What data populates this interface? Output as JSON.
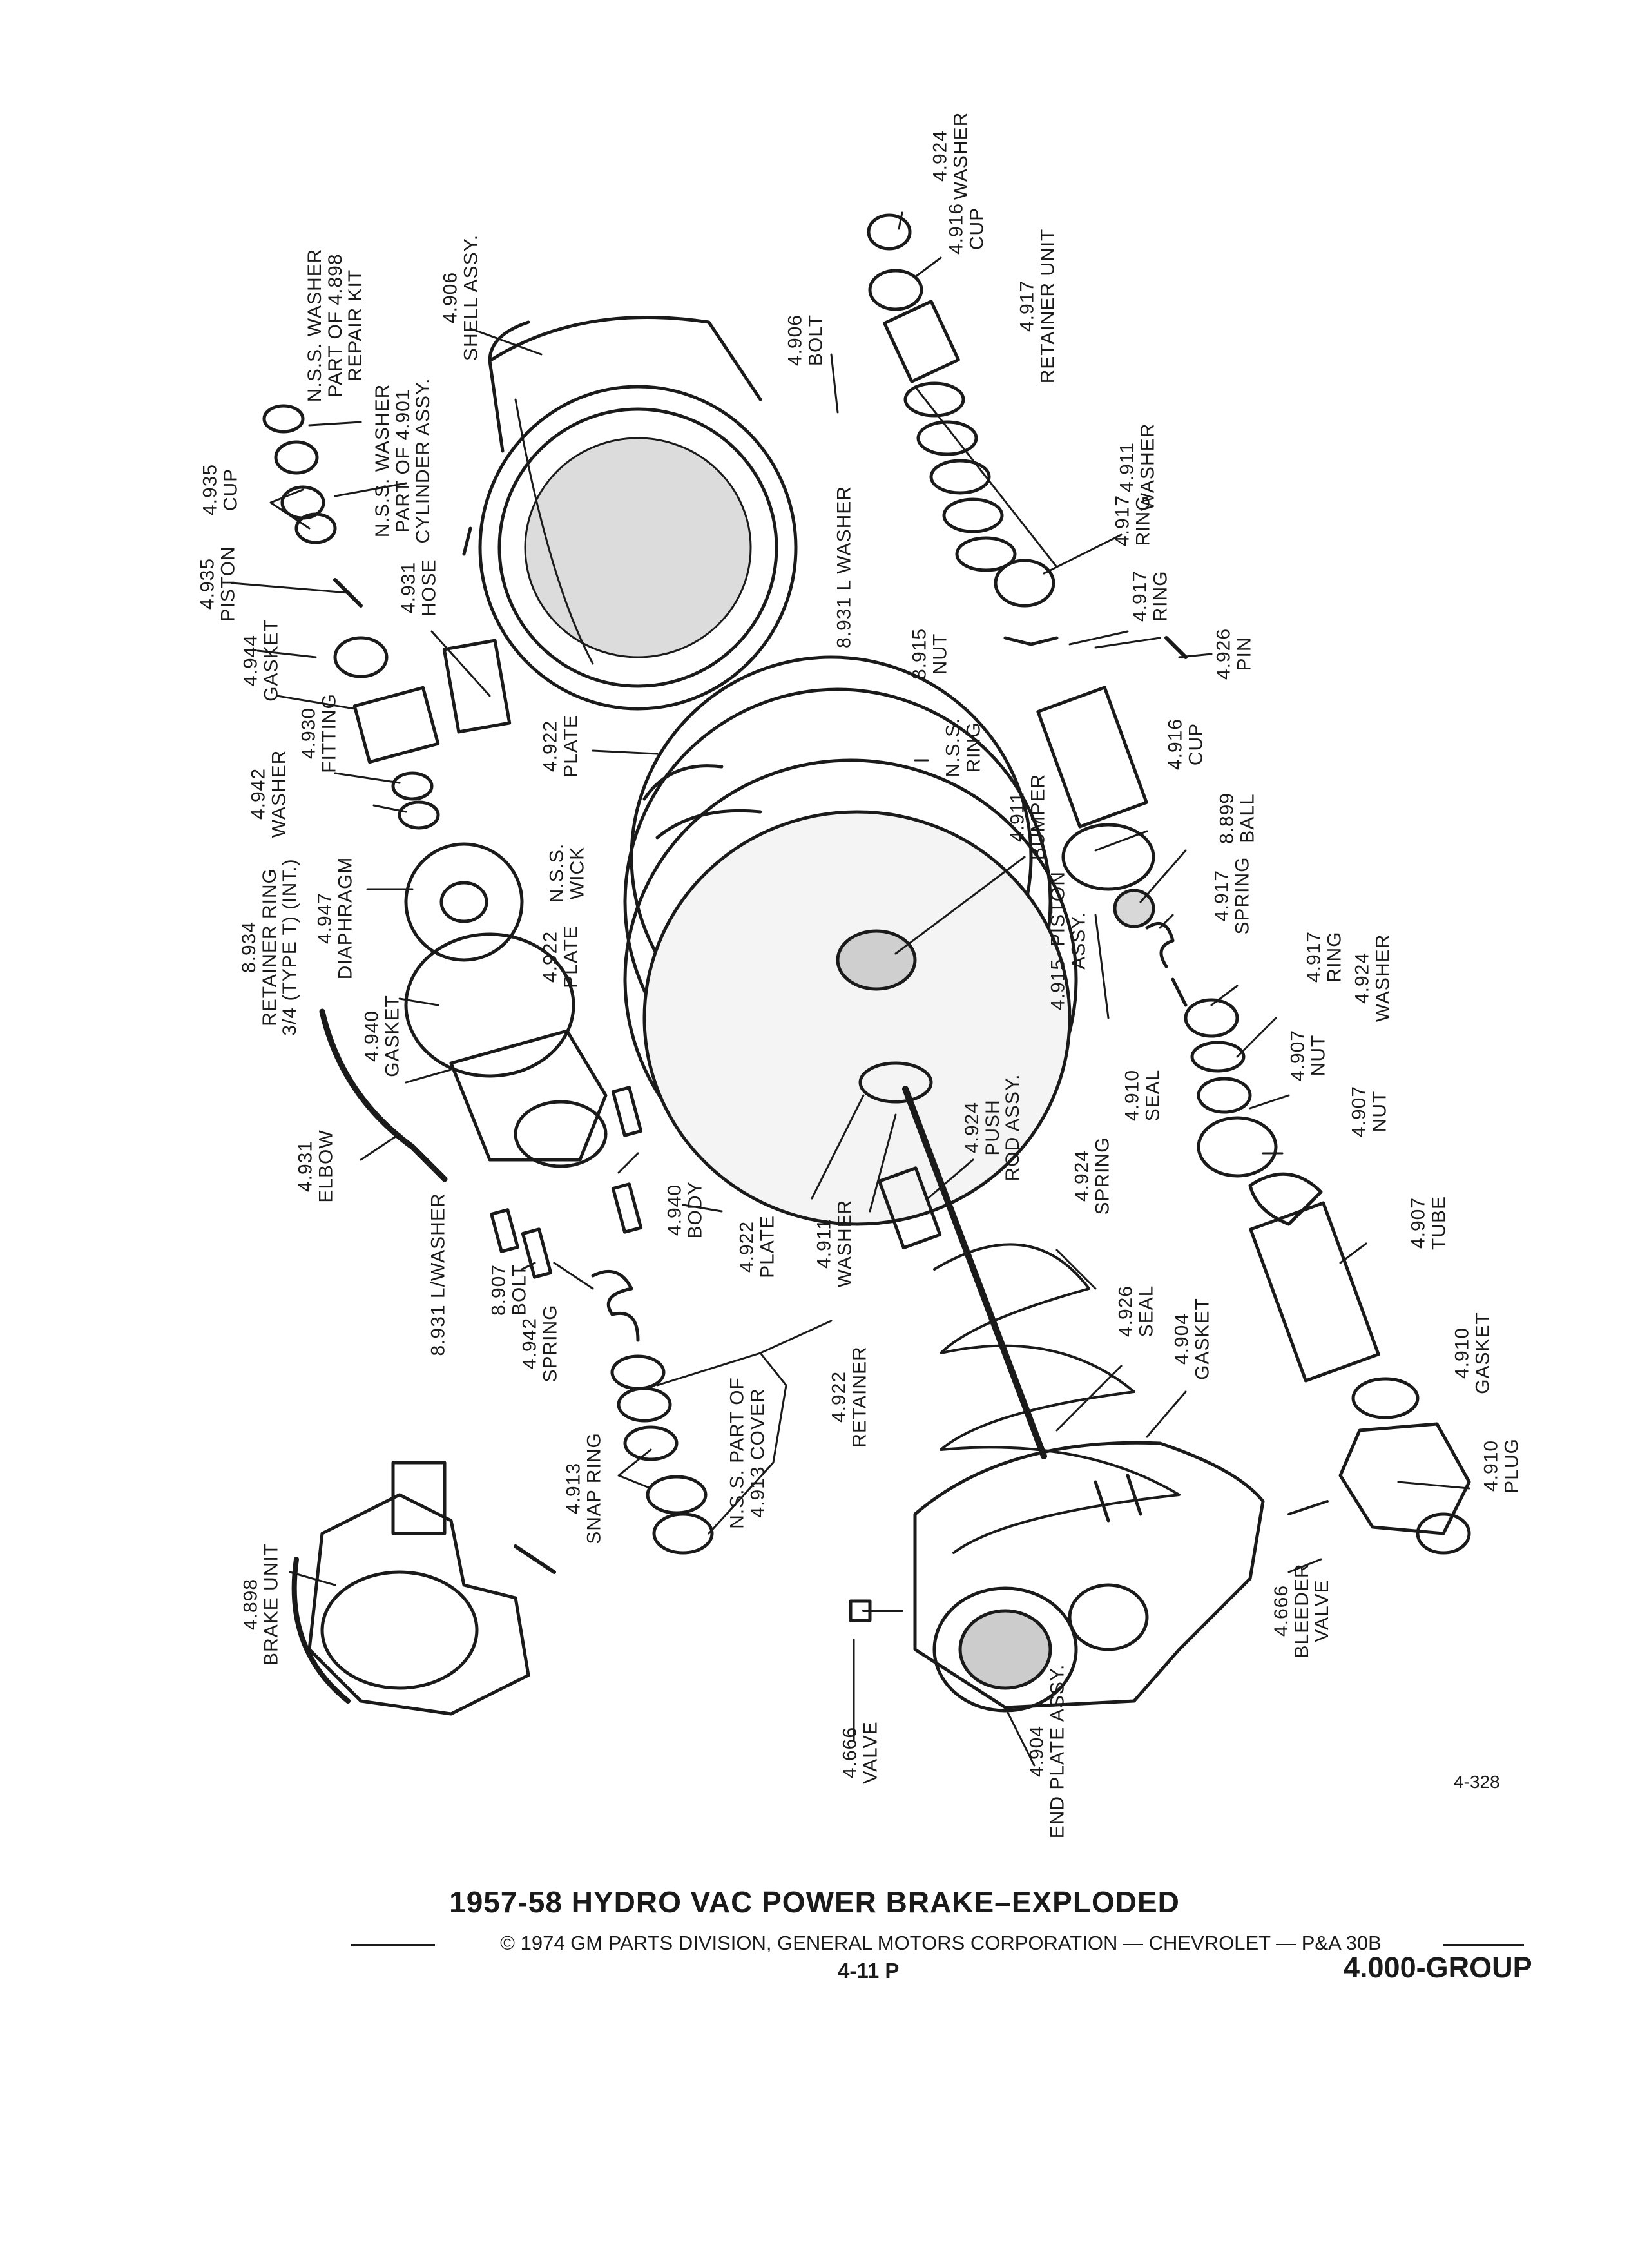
{
  "figure": {
    "title": "1957-58 HYDRO VAC POWER BRAKE–EXPLODED",
    "copyright": "© 1974 GM PARTS DIVISION, GENERAL MOTORS CORPORATION — CHEVROLET — P&A 30B",
    "page_number": "4-11  P",
    "group": "4.000-GROUP",
    "figure_number": "4-328"
  },
  "labels": {
    "washer_4924_top": "4.924\nWASHER",
    "cup_4916_top": "4.916\nCUP",
    "retainer_unit_4917": "4.917\nRETAINER UNIT",
    "bolt_4906": "4.906\nBOLT",
    "shell_4906": "4.906\nSHELL ASSY.",
    "nss_washer_4898": "N.S.S. WASHER\nPART OF 4.898\nREPAIR KIT",
    "nss_washer_4901": "N.S.S. WASHER\nPART OF 4.901\nCYLINDER ASSY.",
    "cup_4935": "4.935\nCUP",
    "piston_4935": "4.935\nPISTON",
    "hose_4931": "4.931\nHOSE",
    "lwasher_8931_top": "8.931 L WASHER",
    "washer_4911_right": "4.911\nWASHER",
    "ring_4917_a": "4.917\nRING",
    "ring_4917_b": "4.917\nRING",
    "pin_4926": "4.926\nPIN",
    "nut_8915": "8.915\nNUT",
    "gasket_4944": "4.944\nGASKET",
    "fitting_4930": "4.930\nFITTING",
    "plate_4922_top": "4.922\nPLATE",
    "nss_ring": "N.S.S.\nRING",
    "washer_4942": "4.942\nWASHER",
    "cup_4916_mid": "4.916\nCUP",
    "ball_8899": "8.899\nBALL",
    "bumper_4911": "4.911\nBUMPER",
    "nss_wick": "N.S.S.\nWICK",
    "retainer_ring_8934": "8.934\nRETAINER RING\n3/4 (TYPE T) (INT.)",
    "diaphragm_4947": "4.947\nDIAPHRAGM",
    "plate_4922_mid": "4.922\nPLATE",
    "piston_assy_4915": "4.915  PISTON\nASSY.",
    "spring_4917": "4.917\nSPRING",
    "ring_4917_c": "4.917\nRING",
    "washer_4924_right": "4.924\nWASHER",
    "gasket_4940": "4.940\nGASKET",
    "elbow_4931": "4.931\nELBOW",
    "seal_4910": "4.910\nSEAL",
    "nut_4907_a": "4.907\nNUT",
    "nut_4907_b": "4.907\nNUT",
    "push_rod_4924": "4.924\nPUSH\nROD ASSY.",
    "body_4940": "4.940\nBODY",
    "lwasher_8931_bottom": "8.931 L/WASHER",
    "bolt_8907": "8.907\nBOLT",
    "plate_4922_bottom": "4.922\nPLATE",
    "washer_4911_bottom": "4.911\nWASHER",
    "spring_4924": "4.924\nSPRING",
    "tube_4907": "4.907\nTUBE",
    "spring_4942": "4.942\nSPRING",
    "seal_4926": "4.926\nSEAL",
    "gasket_4904": "4.904\nGASKET",
    "nss_cover_4913": "N.S.S. PART OF\n4.913 COVER",
    "retainer_4922": "4.922\nRETAINER",
    "gasket_4910": "4.910\nGASKET",
    "snap_ring_4913": "4.913\nSNAP RING",
    "plug_4910": "4.910\nPLUG",
    "brake_unit_4898": "4.898\nBRAKE UNIT",
    "bleeder_valve_4666": "4.666\nBLEEDER\nVALVE",
    "valve_4666": "4.666\nVALVE",
    "end_plate_4904": "4.904\nEND PLATE ASSY."
  }
}
